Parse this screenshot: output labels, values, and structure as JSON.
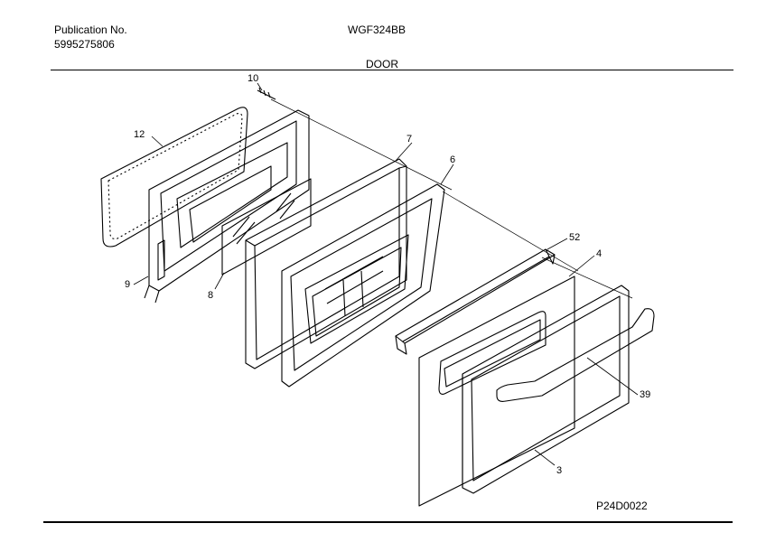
{
  "header": {
    "publication_label": "Publication No.",
    "publication_number": "5995275806",
    "model": "WGF324BB",
    "section": "DOOR"
  },
  "footer": {
    "page_ref": "P24D0022"
  },
  "callouts": {
    "c10": "10",
    "c12": "12",
    "c7": "7",
    "c6": "6",
    "c52": "52",
    "c4": "4",
    "c9": "9",
    "c8": "8",
    "c39": "39",
    "c3": "3"
  }
}
